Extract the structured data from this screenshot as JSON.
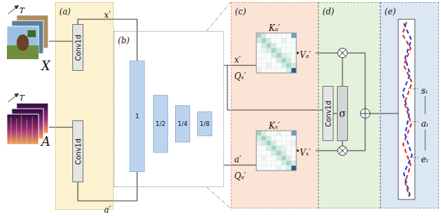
{
  "diagram": {
    "nodes": [
      {
        "text": [
          "(a)"
        ]
      },
      {
        "text": [
          "Conv1d"
        ],
        "in": 0
      },
      {
        "text": [
          "Conv1d"
        ],
        "in": 0
      },
      {
        "text": [
          "(b)"
        ]
      },
      {
        "text": [
          "1"
        ],
        "in": 3
      },
      {
        "text": [
          "1/2"
        ],
        "in": 3
      },
      {
        "text": [
          "1/4"
        ],
        "in": 3
      },
      {
        "text": [
          "1/8"
        ],
        "in": 3
      },
      {
        "text": [
          "(c)"
        ]
      },
      {
        "text": [
          "(d)"
        ]
      },
      {
        "text": [
          "Conv1d"
        ],
        "in": 9
      },
      {
        "text": [
          "σ"
        ],
        "in": 9
      },
      {
        "text": [
          "(e)"
        ]
      }
    ],
    "edges": [
      {
        "from": 1,
        "to": 4,
        "arrow": "none",
        "label": "x′"
      },
      {
        "from": 2,
        "to": 4,
        "arrow": "none",
        "label": "a′"
      },
      {
        "from": 10,
        "to": 11,
        "arrow": "none"
      }
    ],
    "labels": [
      "X",
      "A",
      "T",
      "T",
      "x′",
      "a′",
      "Kₐ′",
      "Qₓ′",
      "Vₐ′",
      "Kₓ′",
      "Qₐ′",
      "Vₓ′",
      "sᵢ",
      "aᵢ",
      "eᵢ"
    ]
  }
}
